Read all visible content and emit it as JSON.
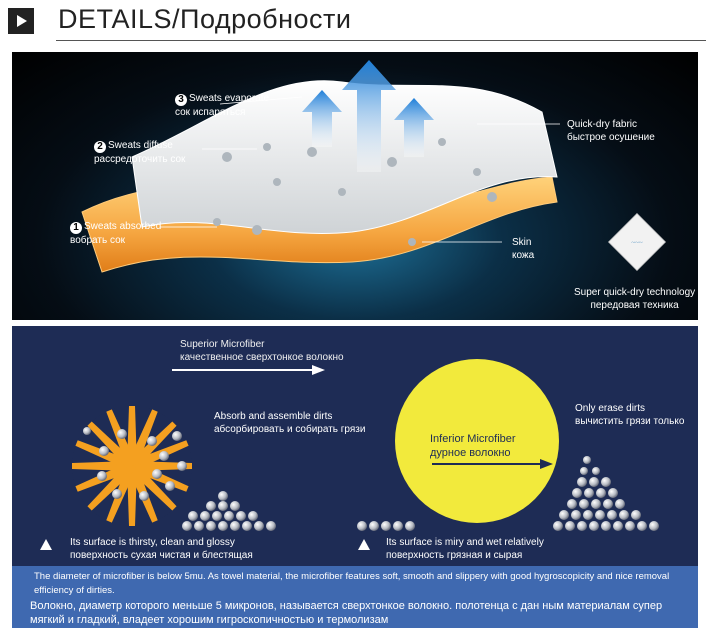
{
  "header": {
    "title": "DETAILS/Подробности",
    "icon": "play-square-icon"
  },
  "fabric_panel": {
    "step3": {
      "num": "3",
      "en": "Sweats evaporate",
      "ru": "сок испаряться"
    },
    "step2": {
      "num": "2",
      "en": "Sweats diffuse",
      "ru": "рассредоточить сок"
    },
    "step1": {
      "num": "1",
      "en": "Sweats absorbed",
      "ru": "вобрать сок"
    },
    "quick_dry": {
      "en": "Quick-dry fabric",
      "ru": "быстрое осушение"
    },
    "skin": {
      "en": "Skin",
      "ru": "кожа"
    },
    "technology": {
      "en": "Super quick-dry technology",
      "ru": "передовая техника"
    },
    "colors": {
      "fabric": "#e8e8e8",
      "skin": "#f5a540",
      "arrows": "#2a8ee0"
    }
  },
  "microfiber_panel": {
    "superior": {
      "en": "Superior Microfiber",
      "ru": "качественное сверхтонкое волокно"
    },
    "absorb": {
      "en": "Absorb and assemble dirts",
      "ru": "абсорбировать и собирать грязи"
    },
    "inferior": {
      "en": "Inferior Microfiber",
      "ru": "дурное волокно"
    },
    "erase": {
      "en": "Only erase dirts",
      "ru": "вычистить грязи только"
    },
    "left_note": {
      "en": "Its surface is thirsty, clean and glossy",
      "ru": "поверхность сухая чистая и блестящая"
    },
    "right_note": {
      "en": "Its surface is miry and wet relatively",
      "ru": "поверхность грязная и сырая"
    },
    "colors": {
      "background": "#1e2c55",
      "fiber": "#f4a020",
      "inferior": "#f2ea3c"
    }
  },
  "bottom_band": {
    "en": "The diameter of microfiber is below 5mu. As towel material, the microfiber features soft, smooth and slippery with good hygroscopicity and nice removal efficiency of dirties.",
    "ru": "Волокно, диаметр которого меньше 5 микронов, называется сверхтонкое волокно. полотенца с дан ным материалам супер мягкий и гладкий, владеет хорошим гигроскопичностью и термолизам"
  }
}
